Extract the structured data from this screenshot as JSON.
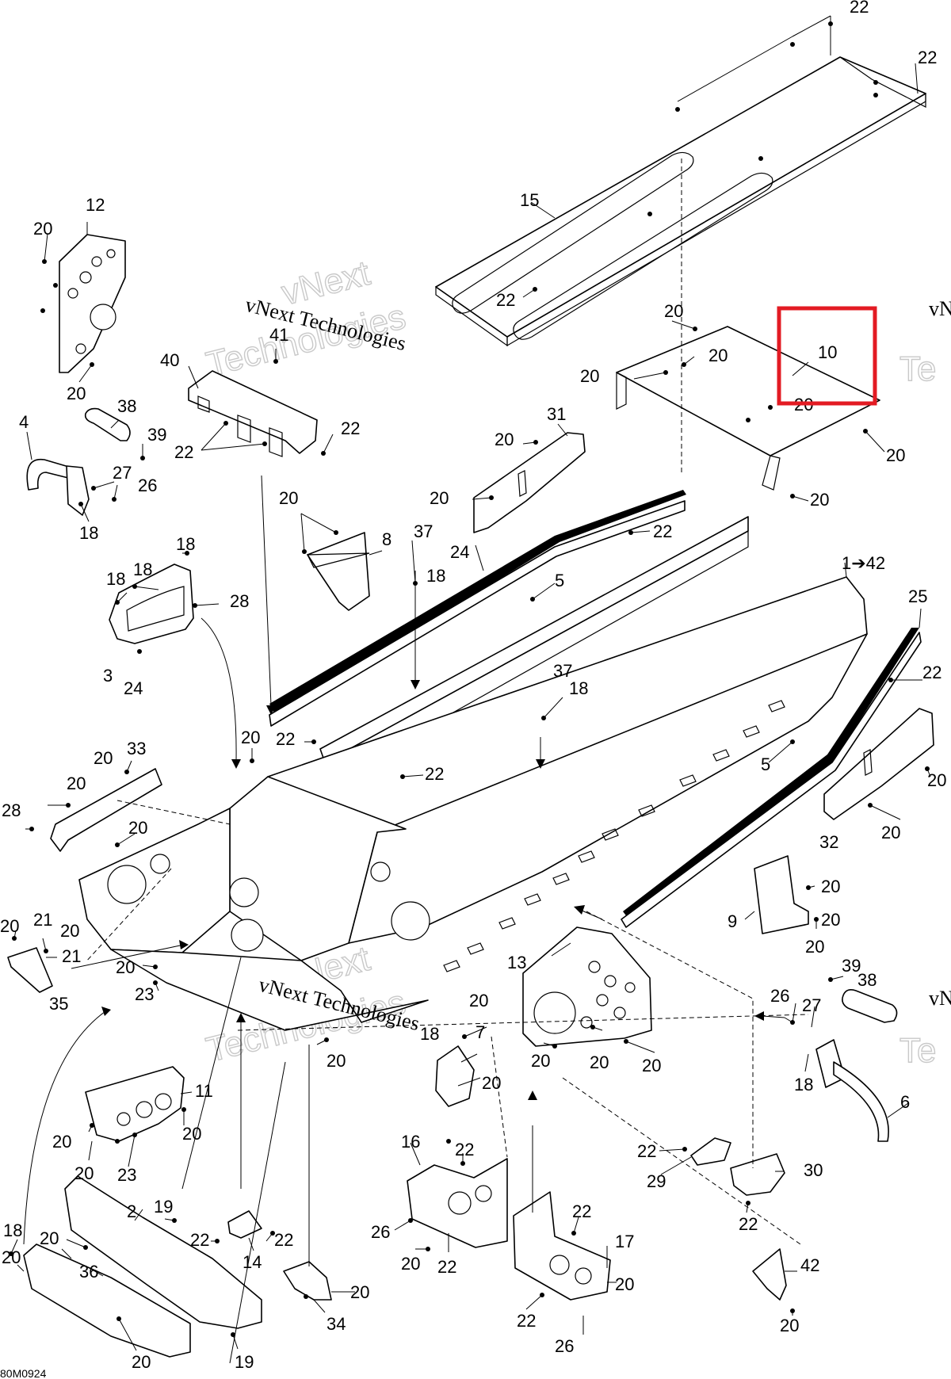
{
  "diagram": {
    "drawing_code": "80M0924",
    "watermark_text": "vNext Technologies",
    "watermark_ghost_1": "vNext",
    "watermark_ghost_2": "Technologies",
    "watermark_edge_1": "vN",
    "watermark_edge_2": "Te",
    "highlight_color": "#e31b23",
    "line_color": "#000000",
    "highlighted_part": "10",
    "callouts": [
      {
        "id": "c1",
        "text": "22"
      },
      {
        "id": "c2",
        "text": "22"
      },
      {
        "id": "c3",
        "text": "15"
      },
      {
        "id": "c4",
        "text": "22"
      },
      {
        "id": "c5",
        "text": "12"
      },
      {
        "id": "c6",
        "text": "20"
      },
      {
        "id": "c7",
        "text": "20"
      },
      {
        "id": "c8",
        "text": "41"
      },
      {
        "id": "c9",
        "text": "40"
      },
      {
        "id": "c10",
        "text": "22"
      },
      {
        "id": "c11",
        "text": "22"
      },
      {
        "id": "c12",
        "text": "20"
      },
      {
        "id": "c13",
        "text": "20"
      },
      {
        "id": "c14",
        "text": "10"
      },
      {
        "id": "c15",
        "text": "20"
      },
      {
        "id": "c16",
        "text": "20"
      },
      {
        "id": "c17",
        "text": "20"
      },
      {
        "id": "c18",
        "text": "20"
      },
      {
        "id": "c19",
        "text": "4"
      },
      {
        "id": "c20",
        "text": "38"
      },
      {
        "id": "c21",
        "text": "39"
      },
      {
        "id": "c22",
        "text": "27"
      },
      {
        "id": "c23",
        "text": "26"
      },
      {
        "id": "c24",
        "text": "18"
      },
      {
        "id": "c25",
        "text": "31"
      },
      {
        "id": "c26",
        "text": "20"
      },
      {
        "id": "c27",
        "text": "20"
      },
      {
        "id": "c28",
        "text": "20"
      },
      {
        "id": "c29",
        "text": "8"
      },
      {
        "id": "c30",
        "text": "37"
      },
      {
        "id": "c31",
        "text": "18"
      },
      {
        "id": "c32",
        "text": "24"
      },
      {
        "id": "c33",
        "text": "22"
      },
      {
        "id": "c34",
        "text": "5"
      },
      {
        "id": "c35",
        "text": "18"
      },
      {
        "id": "c36",
        "text": "18"
      },
      {
        "id": "c37",
        "text": "18"
      },
      {
        "id": "c38",
        "text": "28"
      },
      {
        "id": "c39",
        "text": "3"
      },
      {
        "id": "c40",
        "text": "24"
      },
      {
        "id": "c41",
        "text": "1➔42"
      },
      {
        "id": "c42",
        "text": "25"
      },
      {
        "id": "c43",
        "text": "37"
      },
      {
        "id": "c44",
        "text": "18"
      },
      {
        "id": "c45",
        "text": "22"
      },
      {
        "id": "c46",
        "text": "20"
      },
      {
        "id": "c47",
        "text": "22"
      },
      {
        "id": "c48",
        "text": "33"
      },
      {
        "id": "c49",
        "text": "20"
      },
      {
        "id": "c50",
        "text": "20"
      },
      {
        "id": "c51",
        "text": "22"
      },
      {
        "id": "c52",
        "text": "5"
      },
      {
        "id": "c53",
        "text": "20"
      },
      {
        "id": "c54",
        "text": "28"
      },
      {
        "id": "c55",
        "text": "20"
      },
      {
        "id": "c56",
        "text": "32"
      },
      {
        "id": "c57",
        "text": "20"
      },
      {
        "id": "c58",
        "text": "20"
      },
      {
        "id": "c59",
        "text": "9"
      },
      {
        "id": "c60",
        "text": "20"
      },
      {
        "id": "c61",
        "text": "20"
      },
      {
        "id": "c62",
        "text": "21"
      },
      {
        "id": "c63",
        "text": "20"
      },
      {
        "id": "c64",
        "text": "21"
      },
      {
        "id": "c65",
        "text": "35"
      },
      {
        "id": "c66",
        "text": "20"
      },
      {
        "id": "c67",
        "text": "23"
      },
      {
        "id": "c68",
        "text": "13"
      },
      {
        "id": "c69",
        "text": "39"
      },
      {
        "id": "c70",
        "text": "38"
      },
      {
        "id": "c71",
        "text": "26"
      },
      {
        "id": "c72",
        "text": "27"
      },
      {
        "id": "c73",
        "text": "20"
      },
      {
        "id": "c74",
        "text": "18"
      },
      {
        "id": "c75",
        "text": "20"
      },
      {
        "id": "c76",
        "text": "7"
      },
      {
        "id": "c77",
        "text": "20"
      },
      {
        "id": "c78",
        "text": "20"
      },
      {
        "id": "c79",
        "text": "20"
      },
      {
        "id": "c80",
        "text": "20"
      },
      {
        "id": "c81",
        "text": "18"
      },
      {
        "id": "c82",
        "text": "6"
      },
      {
        "id": "c83",
        "text": "11"
      },
      {
        "id": "c84",
        "text": "20"
      },
      {
        "id": "c85",
        "text": "20"
      },
      {
        "id": "c86",
        "text": "20"
      },
      {
        "id": "c87",
        "text": "23"
      },
      {
        "id": "c88",
        "text": "16"
      },
      {
        "id": "c89",
        "text": "22"
      },
      {
        "id": "c90",
        "text": "22"
      },
      {
        "id": "c91",
        "text": "29"
      },
      {
        "id": "c92",
        "text": "30"
      },
      {
        "id": "c93",
        "text": "22"
      },
      {
        "id": "c94",
        "text": "18"
      },
      {
        "id": "c95",
        "text": "20"
      },
      {
        "id": "c96",
        "text": "2"
      },
      {
        "id": "c97",
        "text": "19"
      },
      {
        "id": "c98",
        "text": "22"
      },
      {
        "id": "c99",
        "text": "22"
      },
      {
        "id": "c100",
        "text": "14"
      },
      {
        "id": "c101",
        "text": "26"
      },
      {
        "id": "c102",
        "text": "20"
      },
      {
        "id": "c103",
        "text": "22"
      },
      {
        "id": "c104",
        "text": "22"
      },
      {
        "id": "c105",
        "text": "17"
      },
      {
        "id": "c106",
        "text": "42"
      },
      {
        "id": "c107",
        "text": "36"
      },
      {
        "id": "c108",
        "text": "20"
      },
      {
        "id": "c109",
        "text": "20"
      },
      {
        "id": "c110",
        "text": "34"
      },
      {
        "id": "c111",
        "text": "22"
      },
      {
        "id": "c112",
        "text": "20"
      },
      {
        "id": "c113",
        "text": "26"
      },
      {
        "id": "c114",
        "text": "20"
      },
      {
        "id": "c115",
        "text": "19"
      },
      {
        "id": "c116",
        "text": "20"
      },
      {
        "id": "c117",
        "text": "20"
      }
    ]
  }
}
